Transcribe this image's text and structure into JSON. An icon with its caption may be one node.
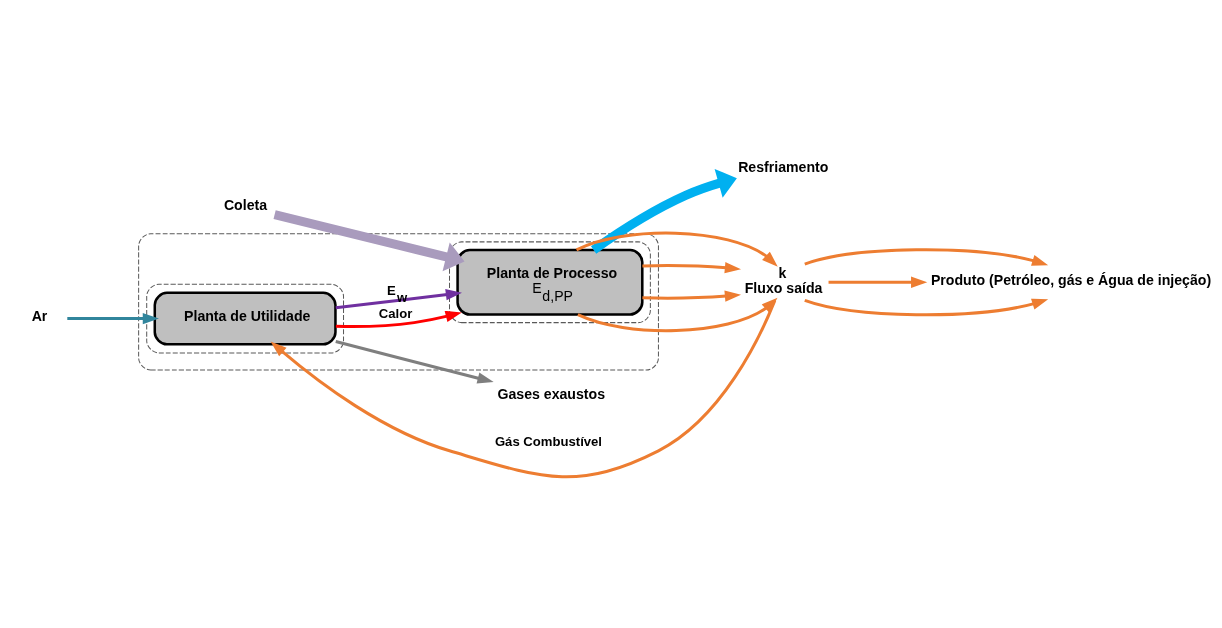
{
  "diagram": {
    "nodes": [
      {
        "text": [],
        "shape": "box"
      },
      {
        "text": [],
        "shape": "box",
        "in": 0
      },
      {
        "text": [
          "Planta de Utilidade"
        ],
        "in": 1
      },
      {
        "text": [],
        "shape": "box",
        "in": 0
      },
      {
        "text": [
          "Planta de Processo",
          "E$_{d,PP}$"
        ],
        "in": 3
      },
      {
        "text": [
          "Ar"
        ]
      },
      {
        "text": [
          "Gases exaustos"
        ]
      },
      {
        "text": [
          "Coleta"
        ]
      },
      {
        "text": [
          "Resfriamento"
        ]
      },
      {
        "text": [
          "k",
          "Fluxo saída"
        ]
      },
      {
        "text": [
          "Produto (Petróleo, gás e Água de injeção)"
        ]
      }
    ],
    "edges": [
      {
        "from": 5,
        "to": 2,
        "arrow": "to",
        "color": "#31859c"
      },
      {
        "from": 2,
        "to": 6,
        "arrow": "to",
        "color": "#7f7f7f"
      },
      {
        "from": 2,
        "to": 4,
        "arrow": "to",
        "label": "Calor",
        "color": "#ff0000"
      },
      {
        "from": 2,
        "to": 4,
        "arrow": "to",
        "label": "E$_{w}$",
        "color": "#7030a0"
      },
      {
        "from": 9,
        "to": 2,
        "arrow": "to",
        "label": "Gás Combustível",
        "color": "#ed7d31"
      },
      {
        "from": 7,
        "to": 4,
        "arrow": "to",
        "style": "thick",
        "color": "#a99bbd"
      },
      {
        "from": 4,
        "to": 8,
        "arrow": "to",
        "style": "thick",
        "color": "#00b0f0"
      },
      {
        "from": 4,
        "to": 9,
        "arrow": "to",
        "color": "#ed7d31"
      },
      {
        "from": 4,
        "to": 9,
        "arrow": "to",
        "color": "#ed7d31"
      },
      {
        "from": 4,
        "to": 9,
        "arrow": "to",
        "color": "#ed7d31"
      },
      {
        "from": 4,
        "to": 9,
        "arrow": "to",
        "color": "#ed7d31"
      },
      {
        "from": 9,
        "to": 10,
        "arrow": "to",
        "color": "#ed7d31"
      },
      {
        "from": 9,
        "to": 10,
        "arrow": "to",
        "color": "#ed7d31"
      },
      {
        "from": 9,
        "to": 10,
        "arrow": "to",
        "color": "#ed7d31"
      }
    ]
  }
}
